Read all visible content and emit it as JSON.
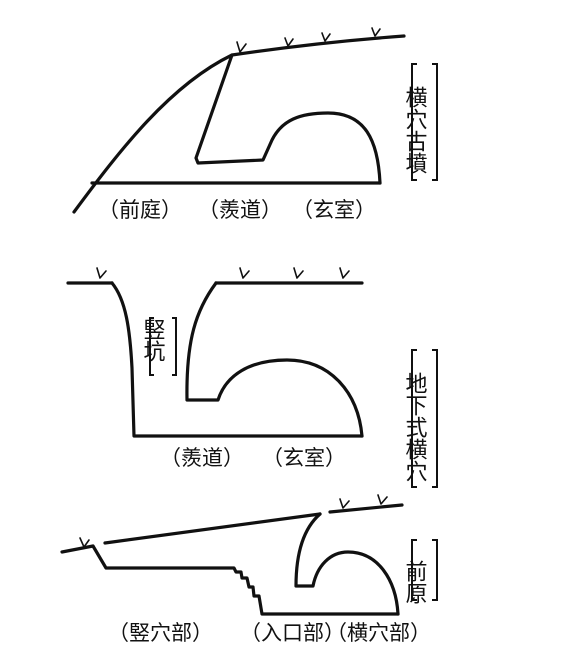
{
  "diagram_1": {
    "type_label": "横穴古墳",
    "parts": [
      "（前庭）",
      "（羨道）",
      "（玄室）"
    ]
  },
  "diagram_2": {
    "type_label": "地下式横穴",
    "shaft_label": "竪坑",
    "parts": [
      "（羨道）",
      "（玄室）"
    ]
  },
  "diagram_3": {
    "type_label": "前原",
    "parts": [
      "（竪穴部）",
      "（入口部）",
      "（横穴部）"
    ]
  }
}
